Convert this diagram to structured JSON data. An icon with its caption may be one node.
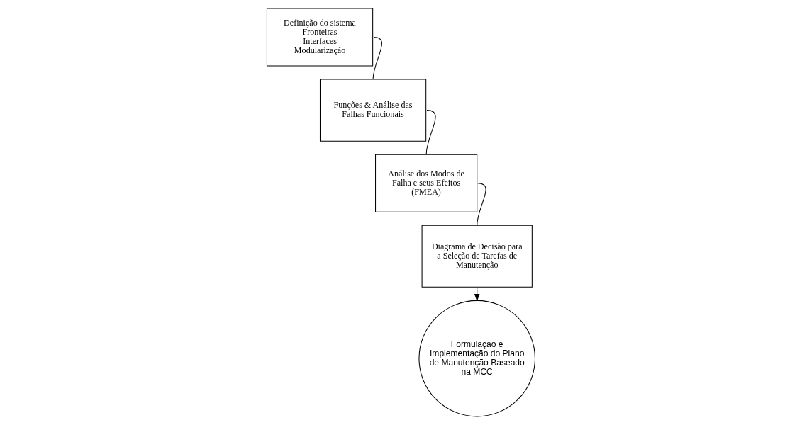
{
  "diagram": {
    "nodes": [
      {
        "text": [
          "Definição do sistema",
          "Fronteiras",
          "Interfaces",
          "Modularização"
        ]
      },
      {
        "text": [
          "Funções & Análise das Falhas Funcionais"
        ]
      },
      {
        "text": [
          "Análise dos Modos de Falha e seus Efeitos (FMEA)"
        ]
      },
      {
        "text": [
          "Diagrama de Decisão para a Seleção de Tarefas de Manutenção"
        ]
      },
      {
        "text": [
          "Formulação e Implementação do Plano de Manutenção Baseado na MCC"
        ]
      }
    ],
    "edges": [
      {
        "from": 0,
        "to": 1,
        "arrow": "none"
      },
      {
        "from": 1,
        "to": 2,
        "arrow": "none"
      },
      {
        "from": 2,
        "to": 3,
        "arrow": "none"
      },
      {
        "from": 3,
        "to": 4,
        "arrow": "to"
      }
    ]
  }
}
